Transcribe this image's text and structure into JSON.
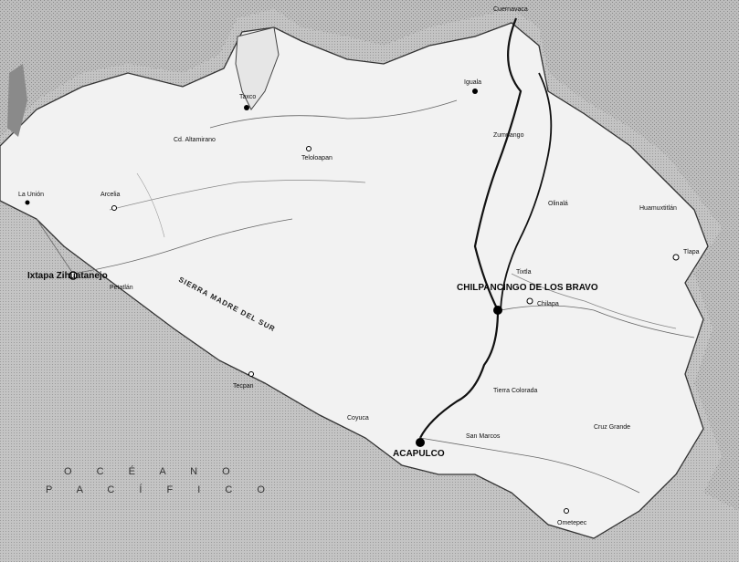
{
  "map": {
    "title": "",
    "ocean_line1": "O C É A N O",
    "ocean_line2": "P A C Í F I C O",
    "range_label": "SIERRA MADRE DEL SUR",
    "colors": {
      "land_state": "#f4f4f4",
      "land_outside": "#bdbdbd",
      "ocean": "#c9c9c9",
      "road": "#111111",
      "border": "#333333"
    },
    "cities": {
      "capital": "CHILPANCINGO DE LOS BRAVO",
      "port": "ACAPULCO",
      "zihuatanejo": "Ixtapa Zihuatanejo",
      "cuernavaca": "Cuernavaca"
    },
    "places": {
      "la_union": "La Unión",
      "petatlan": "Petatlán",
      "altamirano": "Cd. Altamirano",
      "arcelia": "Arcelia",
      "teloloapan": "Teloloapan",
      "taxco": "Taxco",
      "iguala": "Iguala",
      "chilapa": "Chilapa",
      "tlapa": "Tlapa",
      "ometepec": "Ometepec",
      "tecpan": "Tecpan",
      "zumpango": "Zumpango",
      "coyuca": "Coyuca",
      "tierra_colorada": "Tierra Colorada",
      "cruz_grande": "Cruz Grande",
      "san_marcos": "San Marcos",
      "olinala": "Olinalá",
      "huamuxtitlan": "Huamuxtitlán",
      "tixtla": "Tixtla"
    }
  }
}
